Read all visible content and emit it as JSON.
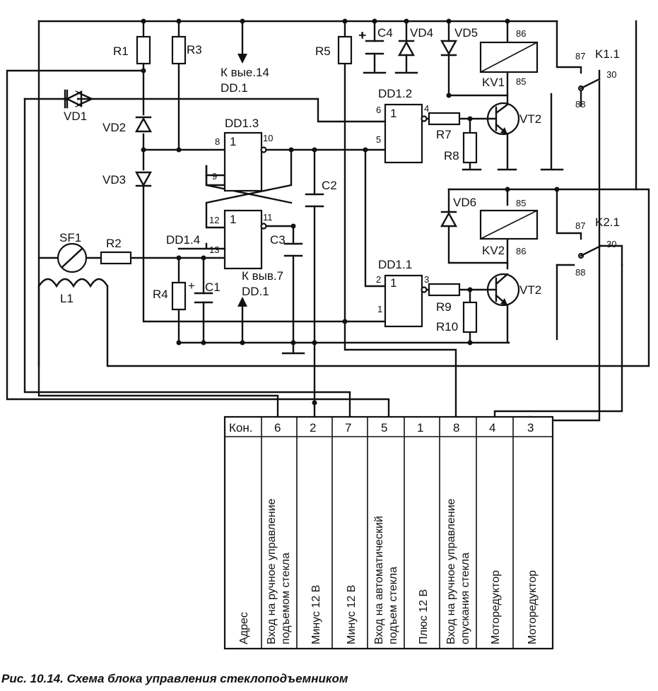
{
  "figure": {
    "caption": "Рис. 10.14. Схема блока управления стеклоподъемником"
  },
  "components": {
    "R1": "R1",
    "R2": "R2",
    "R3": "R3",
    "R4": "R4",
    "R5": "R5",
    "R7": "R7",
    "R8": "R8",
    "R9": "R9",
    "R10": "R10",
    "C1": "C1",
    "C2": "C2",
    "C3": "C3",
    "C4": "C4",
    "VD1": "VD1",
    "VD2": "VD2",
    "VD3": "VD3",
    "VD4": "VD4",
    "VD5": "VD5",
    "VD6": "VD6",
    "DD13": "DD1.3",
    "DD14": "DD1.4",
    "DD12": "DD1.2",
    "DD11": "DD1.1",
    "VT2_top": "VT2",
    "VT2_bot": "VT2",
    "KV1": "KV1",
    "KV2": "KV2",
    "K11": "K1.1",
    "K21": "K2.1",
    "SF1": "SF1",
    "L1": "L1",
    "plus": "+"
  },
  "notes": {
    "pin14_line1": "К вые.14",
    "pin14_line2": "DD.1",
    "pin7_line1": "К выв.7",
    "pin7_line2": "DD.1"
  },
  "gate_symbol": "1",
  "pins": {
    "dd13_in1": "8",
    "dd13_in2": "9",
    "dd13_out": "10",
    "dd14_in1": "12",
    "dd14_in2": "13",
    "dd14_out": "11",
    "dd12_in1": "6",
    "dd12_in2": "5",
    "dd12_out": "4",
    "dd11_in1": "2",
    "dd11_in2": "1",
    "dd11_out": "3",
    "kv1_top": "86",
    "kv1_bottom": "85",
    "kv2_top": "85",
    "kv2_bottom": "86",
    "k11_87": "87",
    "k11_30": "30",
    "k11_88": "88",
    "k21_87": "87",
    "k21_30": "30",
    "k21_88": "88"
  },
  "connector": {
    "header_label": "Кон.",
    "address_label": "Адрес",
    "columns": [
      {
        "pin": "6",
        "purpose": "Вход на ручное управление подъемом стекла"
      },
      {
        "pin": "2",
        "purpose": "Минус 12 В"
      },
      {
        "pin": "7",
        "purpose": "Минус 12 В"
      },
      {
        "pin": "5",
        "purpose": "Вход на автоматический подъем стекла"
      },
      {
        "pin": "1",
        "purpose": "Плюс 12 В"
      },
      {
        "pin": "8",
        "purpose": "Вход на ручное управление опускания стекла"
      },
      {
        "pin": "4",
        "purpose": "Моторедуктор"
      },
      {
        "pin": "3",
        "purpose": "Моторедуктор"
      }
    ]
  }
}
